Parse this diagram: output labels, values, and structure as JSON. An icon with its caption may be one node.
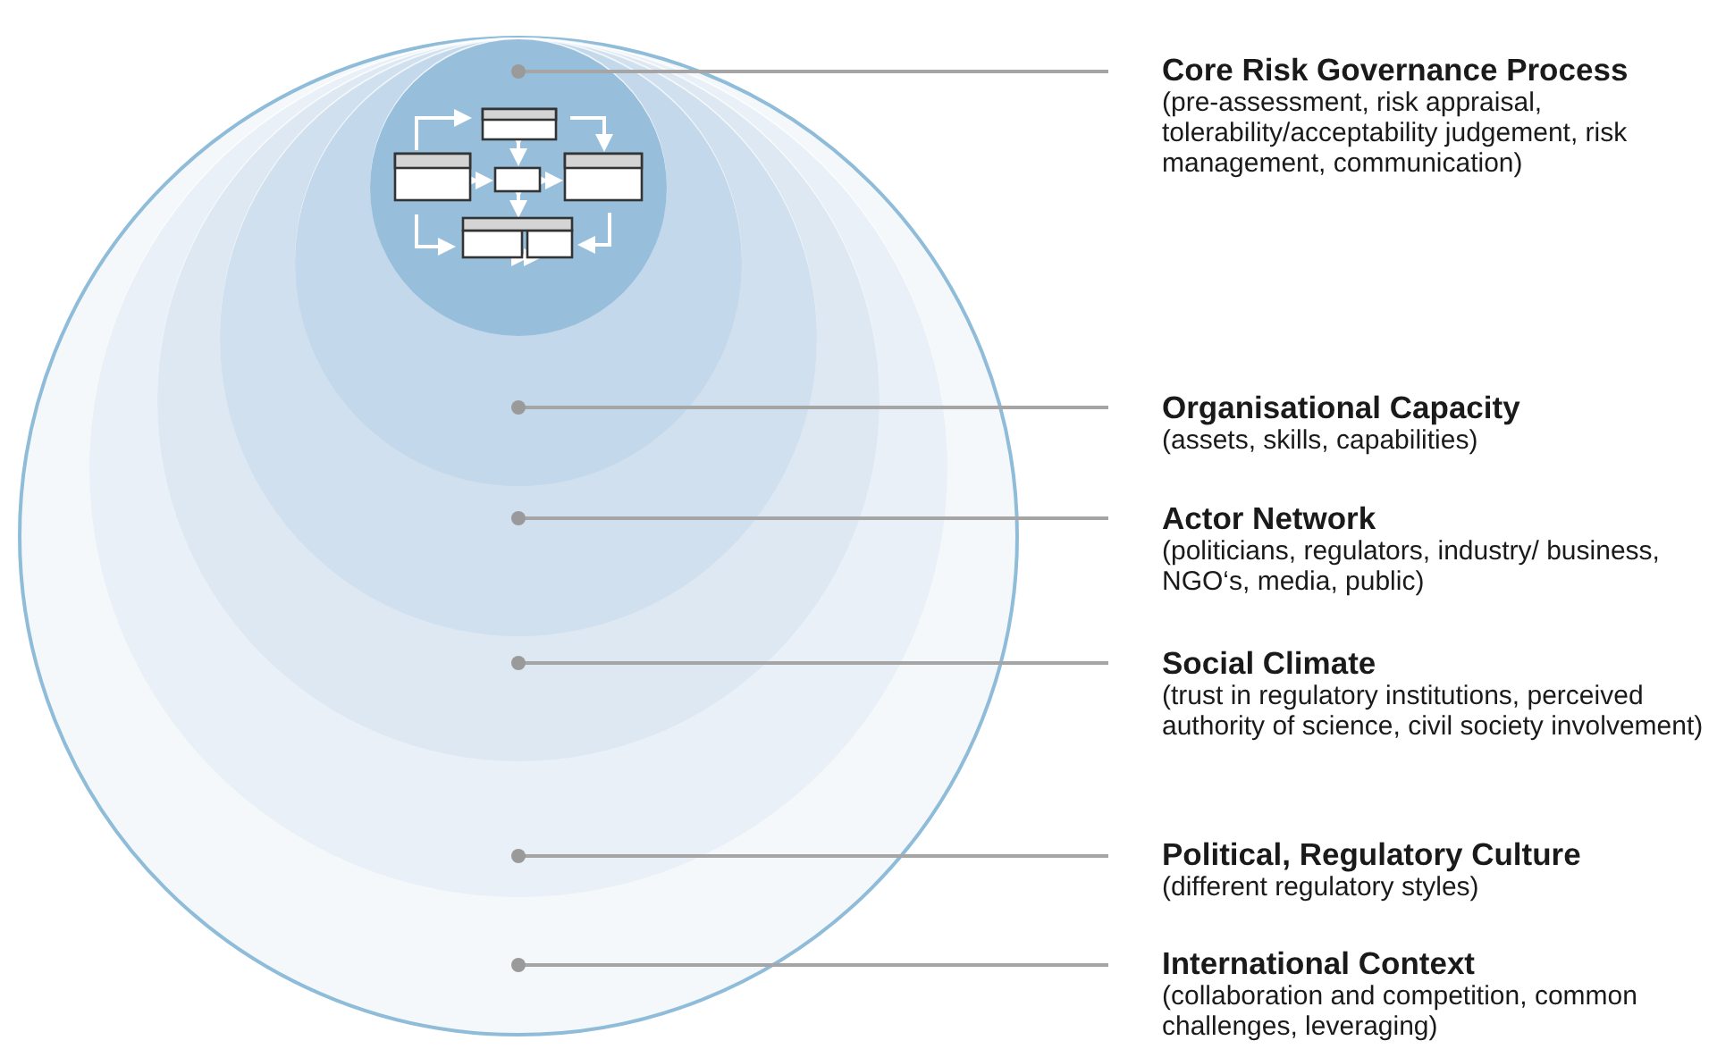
{
  "diagram": {
    "nodes": [
      {
        "text": [],
        "shape": "circle"
      },
      {
        "text": [],
        "shape": "circle",
        "in": 0
      },
      {
        "text": [],
        "shape": "circle",
        "in": 1
      },
      {
        "text": [],
        "shape": "circle",
        "in": 2
      },
      {
        "text": [],
        "shape": "circle",
        "in": 3
      },
      {
        "text": [],
        "shape": "circle",
        "in": 4
      },
      {
        "text": [
          "Core Risk Governance Process",
          "(pre-assessment, risk appraisal, tolerability/acceptability judgement, risk management, communication)"
        ]
      },
      {
        "text": [
          "Organisational Capacity",
          "(assets, skills, capabilities)"
        ]
      },
      {
        "text": [
          "Actor Network",
          "(politicians, regulators, industry/ business, NGO‘s, media, public)"
        ]
      },
      {
        "text": [
          "Social Climate",
          "(trust in regulatory institutions, perceived authority of science, civil society involvement)"
        ]
      },
      {
        "text": [
          "Political, Regulatory Culture",
          "(different regulatory styles)"
        ]
      },
      {
        "text": [
          "International Context",
          "(collaboration and competition, common challenges, leveraging)"
        ]
      }
    ],
    "edges": [
      {
        "from": 6,
        "to": 5,
        "arrow": "other"
      },
      {
        "from": 7,
        "to": 4,
        "arrow": "other"
      },
      {
        "from": 8,
        "to": 3,
        "arrow": "other"
      },
      {
        "from": 9,
        "to": 2,
        "arrow": "other"
      },
      {
        "from": 10,
        "to": 1,
        "arrow": "other"
      },
      {
        "from": 11,
        "to": 0,
        "arrow": "other"
      }
    ]
  }
}
